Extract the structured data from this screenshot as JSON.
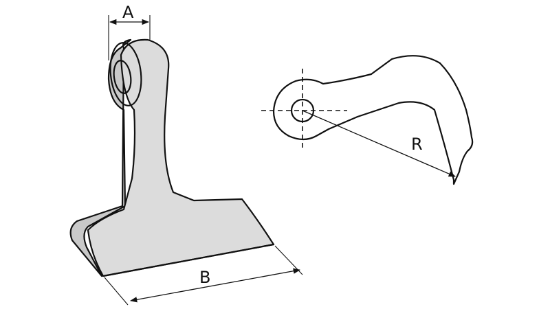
{
  "labels": {
    "A": "A",
    "B": "B",
    "R": "R"
  },
  "colors": {
    "line": "#111111",
    "body_fill": "#dcdcdc",
    "face_fill": "#c9c9c9",
    "background": "#ffffff"
  }
}
